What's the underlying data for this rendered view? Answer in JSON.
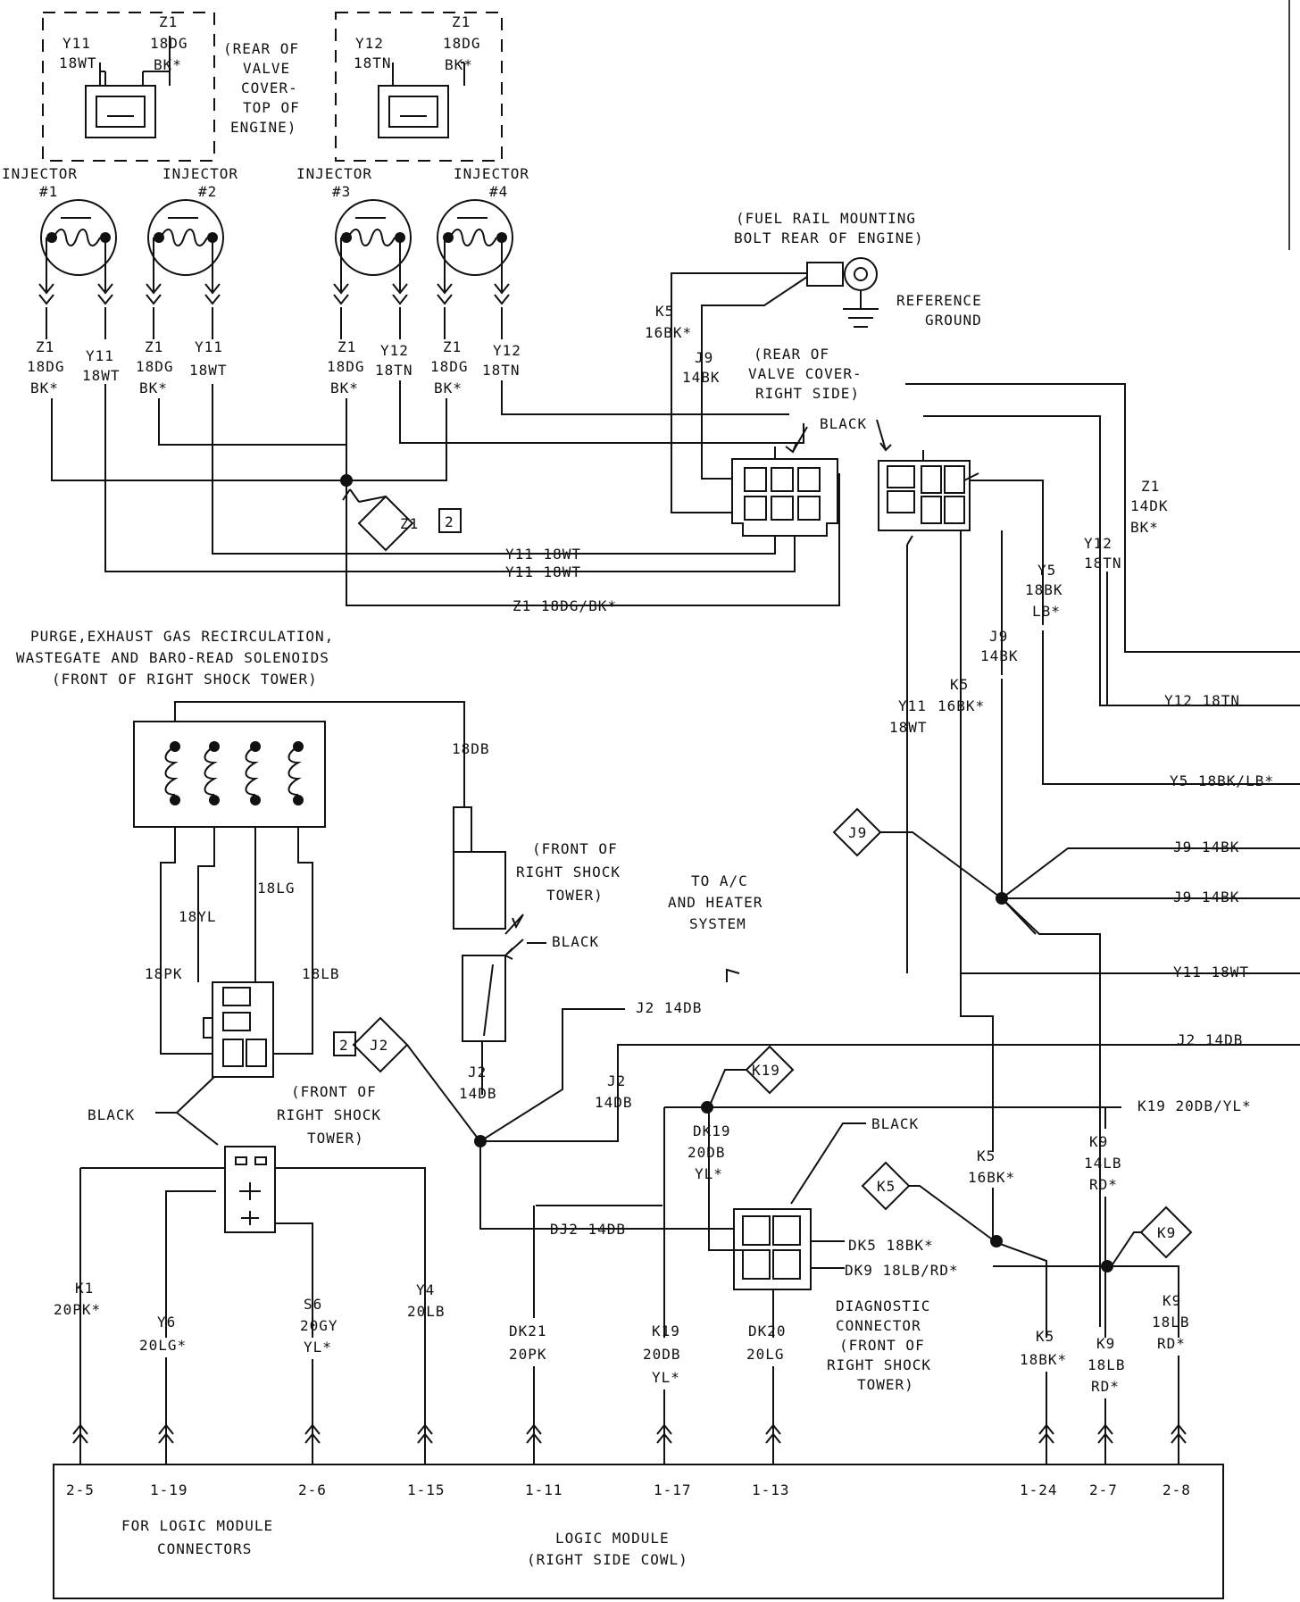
{
  "labels": {
    "inj_conn_a_y11": "Y11",
    "inj_conn_a_y11_w": "18WT",
    "inj_conn_a_z1": "Z1",
    "inj_conn_a_z1_w": "18DG",
    "inj_conn_a_z1_c": "BK*",
    "inj_conn_b_y12": "Y12",
    "inj_conn_b_y12_w": "18TN",
    "inj_conn_b_z1": "Z1",
    "inj_conn_b_z1_w": "18DG",
    "inj_conn_b_z1_c": "BK*",
    "rear_valve_note": [
      "(REAR OF",
      "VALVE",
      "COVER-",
      "TOP OF",
      "ENGINE)"
    ],
    "injector_1": [
      "INJECTOR",
      "#1"
    ],
    "injector_2": [
      "INJECTOR",
      "#2"
    ],
    "injector_3": [
      "INJECTOR",
      "#3"
    ],
    "injector_4": [
      "INJECTOR",
      "#4"
    ],
    "inj_wire_labels": [
      [
        "Z1",
        "18DG",
        "BK*"
      ],
      [
        "Y11",
        "18WT"
      ],
      [
        "Z1",
        "18DG",
        "BK*"
      ],
      [
        "Y11",
        "18WT"
      ],
      [
        "Z1",
        "18DG",
        "BK*"
      ],
      [
        "Y12",
        "18TN"
      ],
      [
        "Z1",
        "18DG",
        "BK*"
      ],
      [
        "Y12",
        "18TN"
      ]
    ],
    "splice_z1": "Z1",
    "splice_z1_page": "2",
    "bus_y11_a": "Y11 18WT",
    "bus_y11_b": "Y11 18WT",
    "bus_z1": "Z1 18DG/BK*",
    "fuel_rail_note": [
      "(FUEL RAIL MOUNTING",
      "BOLT REAR OF ENGINE)"
    ],
    "reference_ground": [
      "REFERENCE",
      "GROUND"
    ],
    "k5_top": [
      "K5",
      "16BK*"
    ],
    "j9_top": [
      "J9",
      "14BK"
    ],
    "rear_valve_right": [
      "(REAR OF",
      "VALVE COVER-",
      "RIGHT SIDE)"
    ],
    "black_top": "BLACK",
    "z1_right": [
      "Z1",
      "14DK",
      "BK*"
    ],
    "y12_right": [
      "Y12",
      "18TN"
    ],
    "y5_right": [
      "Y5",
      "18BK",
      "LB*"
    ],
    "j9_right": [
      "J9",
      "14BK"
    ],
    "k5_right": [
      "K5",
      "16BK*"
    ],
    "y11_right": [
      "Y11",
      "18WT"
    ],
    "out_y12": "Y12 18TN",
    "out_y5": "Y5 18BK/LB*",
    "out_j9_a": "J9 14BK",
    "out_j9_b": "J9 14BK",
    "out_y11": "Y11 18WT",
    "out_j2": "J2 14DB",
    "out_k19": "K19 20DB/YL*",
    "splice_j9": "J9",
    "solenoid_title": [
      "PURGE,EXHAUST GAS RECIRCULATION,",
      "WASTEGATE AND BARO-READ SOLENOIDS",
      "(FRONT OF RIGHT SHOCK TOWER)"
    ],
    "w_18db": "18DB",
    "w_18yl": "18YL",
    "w_18lg": "18LG",
    "w_18pk": "18PK",
    "w_18lb": "18LB",
    "front_shock_1": [
      "(FRONT OF",
      "RIGHT SHOCK",
      "TOWER)"
    ],
    "black_mid": "BLACK",
    "to_ac": [
      "TO A/C",
      "AND HEATER",
      "SYSTEM"
    ],
    "j2_14db_top": "J2 14DB",
    "splice_j2": "J2",
    "splice_j2_page": "2",
    "j2_left": [
      "J2",
      "14DB"
    ],
    "j2_mid": [
      "J2",
      "14DB"
    ],
    "black_left": "BLACK",
    "front_shock_2": [
      "(FRONT OF",
      "RIGHT SHOCK",
      "TOWER)"
    ],
    "splice_k19": "K19",
    "dk19": [
      "DK19",
      "20DB",
      "YL*"
    ],
    "black_diag": "BLACK",
    "k5_lower": [
      "K5",
      "16BK*"
    ],
    "k9_lower": [
      "K9",
      "14LB",
      "RD*"
    ],
    "splice_k5": "K5",
    "splice_k9": "K9",
    "dj2": "DJ2 14DB",
    "dk5": "DK5 18BK*",
    "dk9": "DK9 18LB/RD*",
    "diag_note": [
      "DIAGNOSTIC",
      "CONNECTOR",
      "(FRONT OF",
      "RIGHT SHOCK",
      "TOWER)"
    ],
    "bottom_wires": [
      [
        "K1",
        "20PK*"
      ],
      [
        "Y6",
        "20LG*"
      ],
      [
        "S6",
        "20GY",
        "YL*"
      ],
      [
        "Y4",
        "20LB"
      ],
      [
        "DK21",
        "20PK"
      ],
      [
        "K19",
        "20DB",
        "YL*"
      ],
      [
        "DK20",
        "20LG"
      ],
      [
        "K5",
        "18BK*"
      ],
      [
        "K9",
        "18LB",
        "RD*"
      ],
      [
        "K9",
        "18LB",
        "RD*"
      ]
    ],
    "pins": [
      "2-5",
      "1-19",
      "2-6",
      "1-15",
      "1-11",
      "1-17",
      "1-13",
      "1-24",
      "2-7",
      "2-8"
    ],
    "logic_note": [
      "FOR LOGIC MODULE",
      "CONNECTORS"
    ],
    "logic_module": [
      "LOGIC MODULE",
      "(RIGHT SIDE COWL)"
    ]
  }
}
